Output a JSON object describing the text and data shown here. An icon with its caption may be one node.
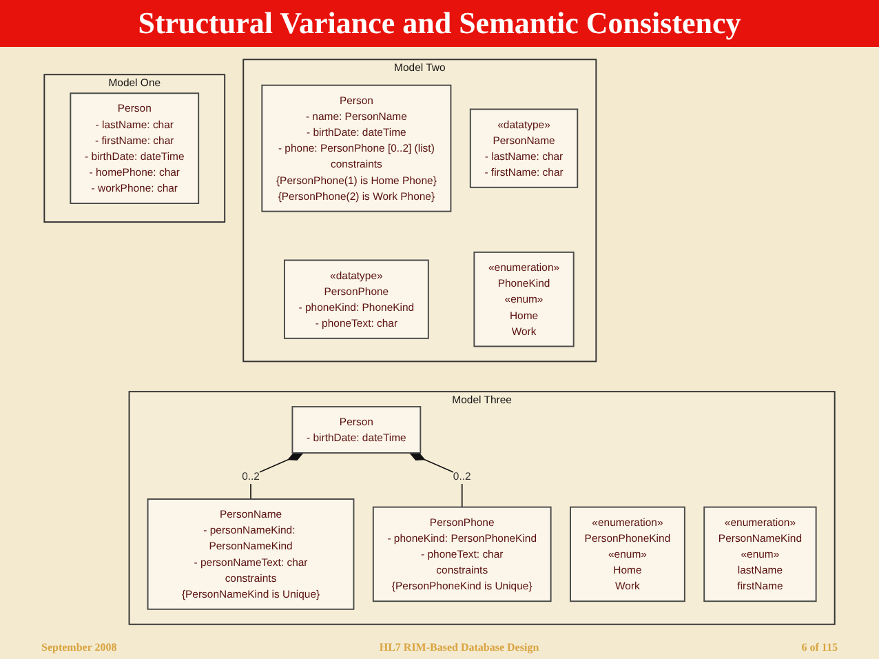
{
  "diagram": {
    "title": "Structural Variance and Semantic Consistency",
    "nodes": [
      {
        "text": [
          "Model One"
        ]
      },
      {
        "text": [
          "Person",
          "- lastName: char",
          "- firstName: char",
          "- birthDate: dateTime",
          "- homePhone: char",
          "- workPhone: char"
        ],
        "in": 0
      },
      {
        "text": [
          "Model Two"
        ]
      },
      {
        "text": [
          "Person",
          "- name: PersonName",
          "- birthDate: dateTime",
          "- phone: PersonPhone [0..2] (list)",
          "constraints",
          "{PersonPhone(1) is Home Phone}",
          "{PersonPhone(2) is Work Phone}"
        ],
        "in": 2
      },
      {
        "text": [
          "«datatype»",
          "PersonName",
          "- lastName: char",
          "- firstName: char"
        ],
        "in": 2
      },
      {
        "text": [
          "«datatype»",
          "PersonPhone",
          "- phoneKind: PhoneKind",
          "- phoneText: char"
        ],
        "in": 2
      },
      {
        "text": [
          "«enumeration»",
          "PhoneKind",
          "«enum»",
          "Home",
          "Work"
        ],
        "in": 2
      },
      {
        "text": [
          "Model Three"
        ]
      },
      {
        "text": [
          "Person",
          "- birthDate: dateTime"
        ],
        "in": 7
      },
      {
        "text": [
          "PersonName",
          "- personNameKind: PersonNameKind",
          "- personNameText: char",
          "constraints",
          "{PersonNameKind is Unique}"
        ],
        "in": 7
      },
      {
        "text": [
          "PersonPhone",
          "- phoneKind: PersonPhoneKind",
          "- phoneText: char",
          "constraints",
          "{PersonPhoneKind is Unique}"
        ],
        "in": 7
      },
      {
        "text": [
          "«enumeration»",
          "PersonPhoneKind",
          "«enum»",
          "Home",
          "Work"
        ],
        "in": 7
      },
      {
        "text": [
          "«enumeration»",
          "PersonNameKind",
          "«enum»",
          "lastName",
          "firstName"
        ],
        "in": 7
      }
    ],
    "edges": [
      {
        "from": 8,
        "to": 9,
        "arrow": "other",
        "label": "0..2"
      },
      {
        "from": 8,
        "to": 10,
        "arrow": "other",
        "label": "0..2"
      }
    ],
    "labels": [
      "September 2008",
      "HL7 RIM-Based Database Design",
      "6 of 115"
    ]
  }
}
